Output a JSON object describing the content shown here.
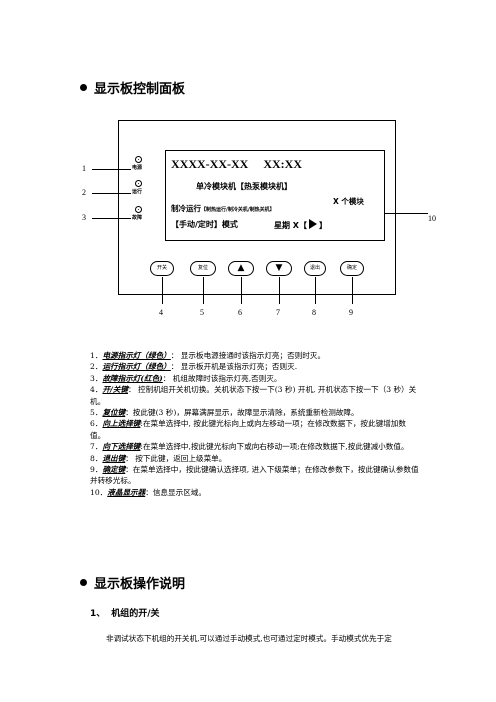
{
  "section1": {
    "title": "显示板控制面板"
  },
  "panel": {
    "indicators": [
      {
        "number": "1",
        "label": "电源"
      },
      {
        "number": "2",
        "label": "运行"
      },
      {
        "number": "3",
        "label": "故障"
      }
    ],
    "lcd": {
      "line1": "XXXX-XX-XX     XX:XX",
      "line2": "单冷模块机【热泵模块机】",
      "line3_main": "制冷运行",
      "line3_small": "【制热运行/制冷关机/制热关机】",
      "line3_right": "X 个模块",
      "line4_left": "【手动/定时】模式",
      "line4_right": "星期 X【",
      "line4_end": "】"
    },
    "lcd_number": "10",
    "buttons": [
      {
        "label": "开关"
      },
      {
        "label": "复位"
      },
      {
        "label": "▲"
      },
      {
        "label": "▼"
      },
      {
        "label": "退出"
      },
      {
        "label": "确定"
      }
    ],
    "button_numbers": [
      "4",
      "5",
      "6",
      "7",
      "8",
      "9"
    ]
  },
  "descriptions": [
    {
      "num": "1．",
      "key": "电源指示灯（绿色）",
      "text": "：   显示板电源接通时该指示灯亮；否则时灭。"
    },
    {
      "num": "2．",
      "key": "运行指示灯（绿色）",
      "text": "：   显示板开机是该指示灯亮；否则灭."
    },
    {
      "num": "3．",
      "key": "故障指示灯(红色)",
      "text": "：   机组故障时该指示灯亮,否则灭。"
    },
    {
      "num": "4．",
      "key": "开/关键",
      "text": "：   控制机组开关机切换。关机状态下按一下(3 秒) 开机, 开机状态下按一下（3 秒）关机。"
    },
    {
      "num": "5．",
      "key": "复位键",
      "text": "：按此键(3 秒)，屏幕满屏显示，故障显示清除，系统重新检测故障。"
    },
    {
      "num": "6．",
      "key": "向上选择键",
      "text": ":在菜单选择中, 按此键光标向上或向左移动一项；在修改数据下，按此键增加数值。"
    },
    {
      "num": "7．",
      "key": "向下选择键",
      "text": ":在菜单选择中,按此键光标向下或向右移动一项;在修改数据下,按此键减小数值。"
    },
    {
      "num": "8．",
      "key": "退出键",
      "text": "：   按下此键，返回上级菜单。"
    },
    {
      "num": "9．",
      "key": "确定键",
      "text": "：在菜单选择中，按此键确认选择项, 进入下级菜单；在修改参数下，按此键确认参数值并转移光标。"
    },
    {
      "num": "10．",
      "key": "液晶显示器",
      "text": "：信息显示区域。"
    }
  ],
  "section2": {
    "title": "显示板操作说明",
    "sub_number": "1、",
    "sub_title": "机组的开/关",
    "body": "非调试状态下机组的开关机,可以通过手动模式,也可通过定时模式。手动模式优先于定"
  }
}
